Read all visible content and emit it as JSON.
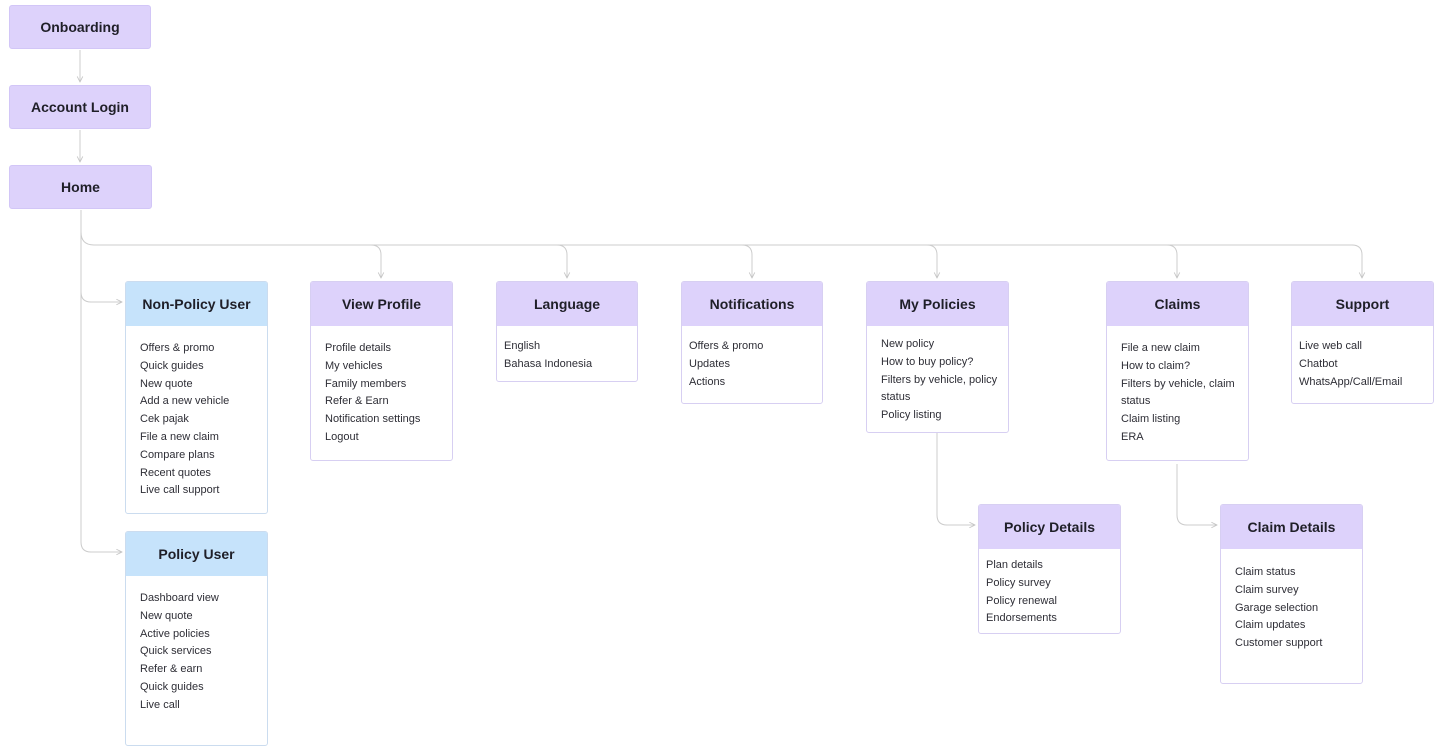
{
  "nodes": {
    "onboarding": {
      "title": "Onboarding"
    },
    "account_login": {
      "title": "Account Login"
    },
    "home": {
      "title": "Home"
    },
    "non_policy_user": {
      "title": "Non-Policy User",
      "items": [
        "Offers & promo",
        "Quick guides",
        "New quote",
        "Add a new vehicle",
        "Cek pajak",
        "File a new claim",
        "Compare plans",
        "Recent quotes",
        "Live call support"
      ]
    },
    "policy_user": {
      "title": "Policy User",
      "items": [
        "Dashboard view",
        "New quote",
        "Active policies",
        "Quick services",
        "Refer & earn",
        "Quick guides",
        "Live call"
      ]
    },
    "view_profile": {
      "title": "View Profile",
      "items": [
        "Profile details",
        "My vehicles",
        "Family members",
        "Refer & Earn",
        "Notification settings",
        "Logout"
      ]
    },
    "language": {
      "title": "Language",
      "items": [
        "English",
        "Bahasa Indonesia"
      ]
    },
    "notifications": {
      "title": "Notifications",
      "items": [
        "Offers & promo",
        "Updates",
        "Actions"
      ]
    },
    "my_policies": {
      "title": "My Policies",
      "items": [
        "New policy",
        "How to buy policy?",
        "Filters by vehicle, policy",
        "status",
        "Policy listing"
      ]
    },
    "claims": {
      "title": "Claims",
      "items": [
        "File a new claim",
        "How to claim?",
        "Filters by vehicle, claim",
        "status",
        "Claim listing",
        "ERA"
      ]
    },
    "support": {
      "title": "Support",
      "items": [
        "Live web call",
        "Chatbot",
        "WhatsApp/Call/Email"
      ]
    },
    "policy_details": {
      "title": "Policy Details",
      "items": [
        "Plan details",
        "Policy survey",
        "Policy renewal",
        "Endorsements"
      ]
    },
    "claim_details": {
      "title": "Claim Details",
      "items": [
        "Claim status",
        "Claim survey",
        "Garage selection",
        "Claim updates",
        "Customer support"
      ]
    }
  },
  "colors": {
    "header_purple": "#ddd2fb",
    "header_blue": "#c6e3fb",
    "border": "#d7cff2",
    "connector": "#cccccc"
  }
}
